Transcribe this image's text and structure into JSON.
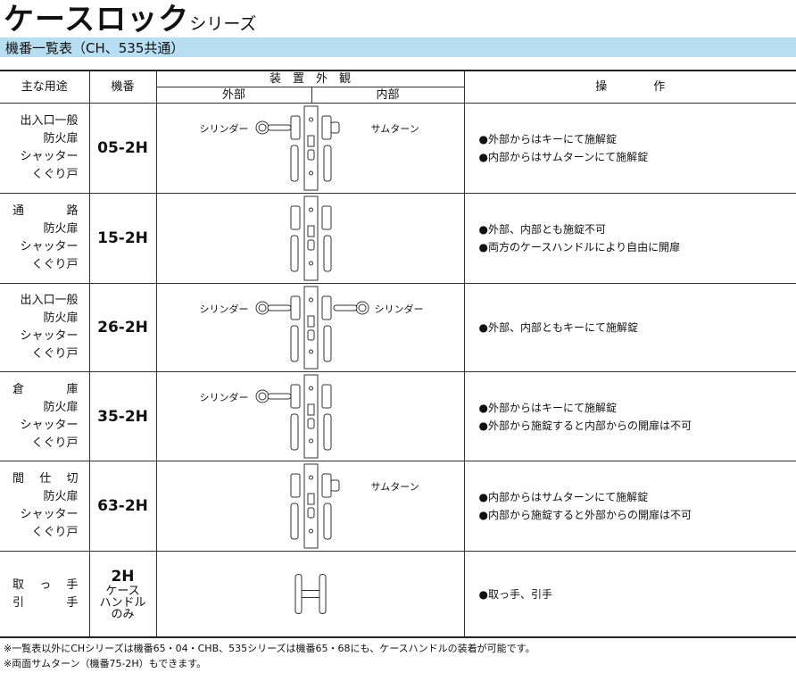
{
  "title": {
    "main": "ケースロック",
    "suffix": "シリーズ"
  },
  "subtitle": "機番一覧表（CH、535共通）",
  "headers": {
    "use": "主な用途",
    "model": "機番",
    "appearance": "装　置　外　観",
    "outside": "外部",
    "inside": "内部",
    "operation": "操　　　　作"
  },
  "rows": [
    {
      "use": [
        "出入口一般",
        "防火扉",
        "シャッター",
        "くぐり戸"
      ],
      "model": "05-2H",
      "left_label": "シリンダー",
      "right_label": "サムターン",
      "left": "cylinder",
      "right": "thumbturn",
      "ops": [
        "●外部からはキーにて施解錠",
        "●内部からはサムターンにて施解錠"
      ]
    },
    {
      "use": [
        "通　　路",
        "防火扉",
        "シャッター",
        "くぐり戸"
      ],
      "model": "15-2H",
      "left": "none",
      "right": "none",
      "ops": [
        "●外部、内部とも施錠不可",
        "●両方のケースハンドルにより自由に開扉"
      ]
    },
    {
      "use": [
        "出入口一般",
        "防火扉",
        "シャッター",
        "くぐり戸"
      ],
      "model": "26-2H",
      "left_label": "シリンダー",
      "right_label": "シリンダー",
      "left": "cylinder",
      "right": "cylinder",
      "ops": [
        "●外部、内部ともキーにて施解錠"
      ]
    },
    {
      "use": [
        "倉　　庫",
        "防火扉",
        "シャッター",
        "くぐり戸"
      ],
      "model": "35-2H",
      "left_label": "シリンダー",
      "left": "cylinder",
      "right": "none",
      "ops": [
        "●外部からはキーにて施解錠",
        "●外部から施錠すると内部からの開扉は不可"
      ]
    },
    {
      "use": [
        "間 仕 切",
        "防火扉",
        "シャッター",
        "くぐり戸"
      ],
      "model": "63-2H",
      "right_label": "サムターン",
      "left": "none",
      "right": "thumbturn",
      "ops": [
        "●内部からはサムターンにて施解錠",
        "●内部から施錠すると外部からの開扉は不可"
      ]
    },
    {
      "use": [
        "取　っ　手",
        "引　　　手"
      ],
      "model": "2H",
      "model_note": "ケース\nハンドル\nのみ",
      "left": "handle",
      "right": "handle",
      "ops": [
        "●取っ手、引手"
      ]
    }
  ],
  "footnotes": [
    "※一覧表以外にCHシリーズは機番65・04・CHB、535シリーズは機番65・68にも、ケースハンドルの装着が可能です。",
    "※両面サムターン（機番75-2H）もできます。"
  ]
}
